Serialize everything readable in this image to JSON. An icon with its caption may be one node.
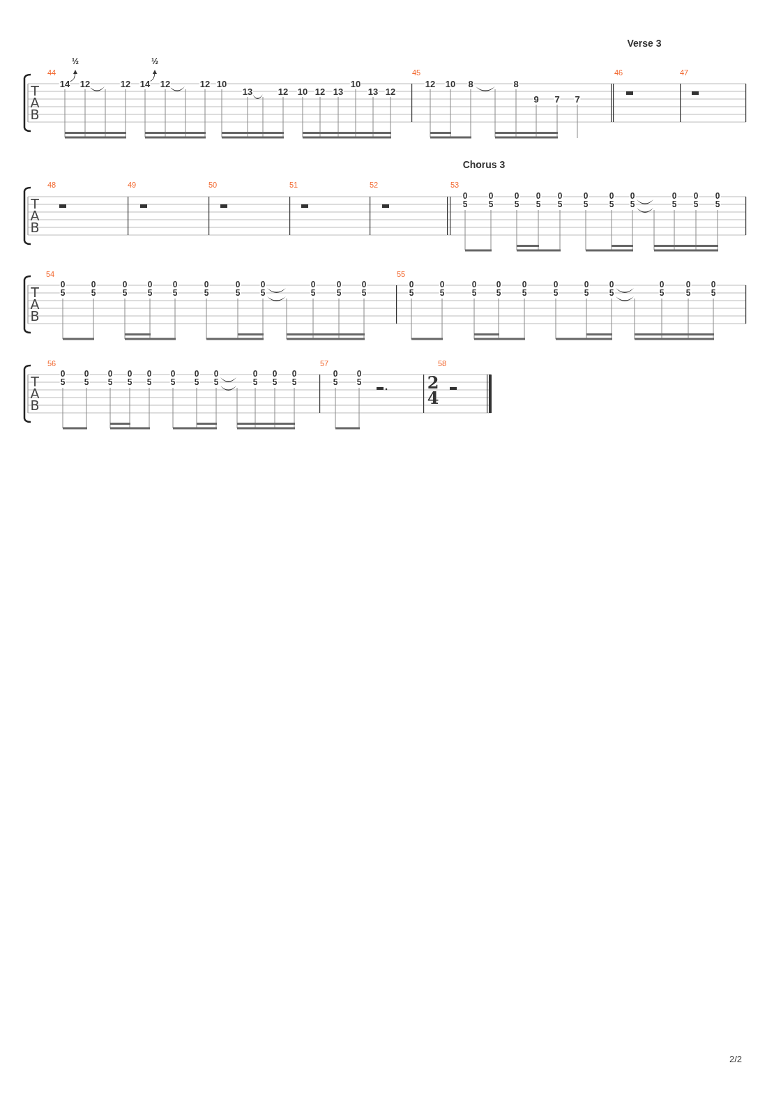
{
  "diagram": {
    "labels": [
      "Verse 3",
      "½",
      "½",
      "T",
      "A",
      "B",
      "44",
      "14",
      "12",
      "12",
      "14",
      "12",
      "12",
      "10",
      "13",
      "12",
      "10",
      "12",
      "13",
      "10",
      "13",
      "12",
      "45",
      "12",
      "10",
      "8",
      "8",
      "9",
      "7",
      "7",
      "46",
      "47",
      "Chorus 3",
      "T",
      "A",
      "B",
      "48",
      "49",
      "50",
      "51",
      "52",
      "53",
      "0",
      "5",
      "0",
      "5",
      "0",
      "5",
      "0",
      "5",
      "0",
      "5",
      "0",
      "5",
      "0",
      "5",
      "0",
      "5",
      "0",
      "5",
      "0",
      "5",
      "0",
      "5",
      "T",
      "A",
      "B",
      "54",
      "0",
      "5",
      "0",
      "5",
      "0",
      "5",
      "0",
      "5",
      "0",
      "5",
      "0",
      "5",
      "0",
      "5",
      "0",
      "5",
      "0",
      "5",
      "0",
      "5",
      "0",
      "5",
      "55",
      "0",
      "5",
      "0",
      "5",
      "0",
      "5",
      "0",
      "5",
      "0",
      "5",
      "0",
      "5",
      "0",
      "5",
      "0",
      "5",
      "0",
      "5",
      "0",
      "5",
      "0",
      "5",
      "T",
      "A",
      "B",
      "56",
      "0",
      "5",
      "0",
      "5",
      "0",
      "5",
      "0",
      "5",
      "0",
      "5",
      "0",
      "5",
      "0",
      "5",
      "0",
      "5",
      "0",
      "5",
      "0",
      "5",
      "0",
      "5",
      "57",
      "0",
      "5",
      "0",
      "5",
      "58",
      "2",
      "4",
      "2/2"
    ]
  }
}
